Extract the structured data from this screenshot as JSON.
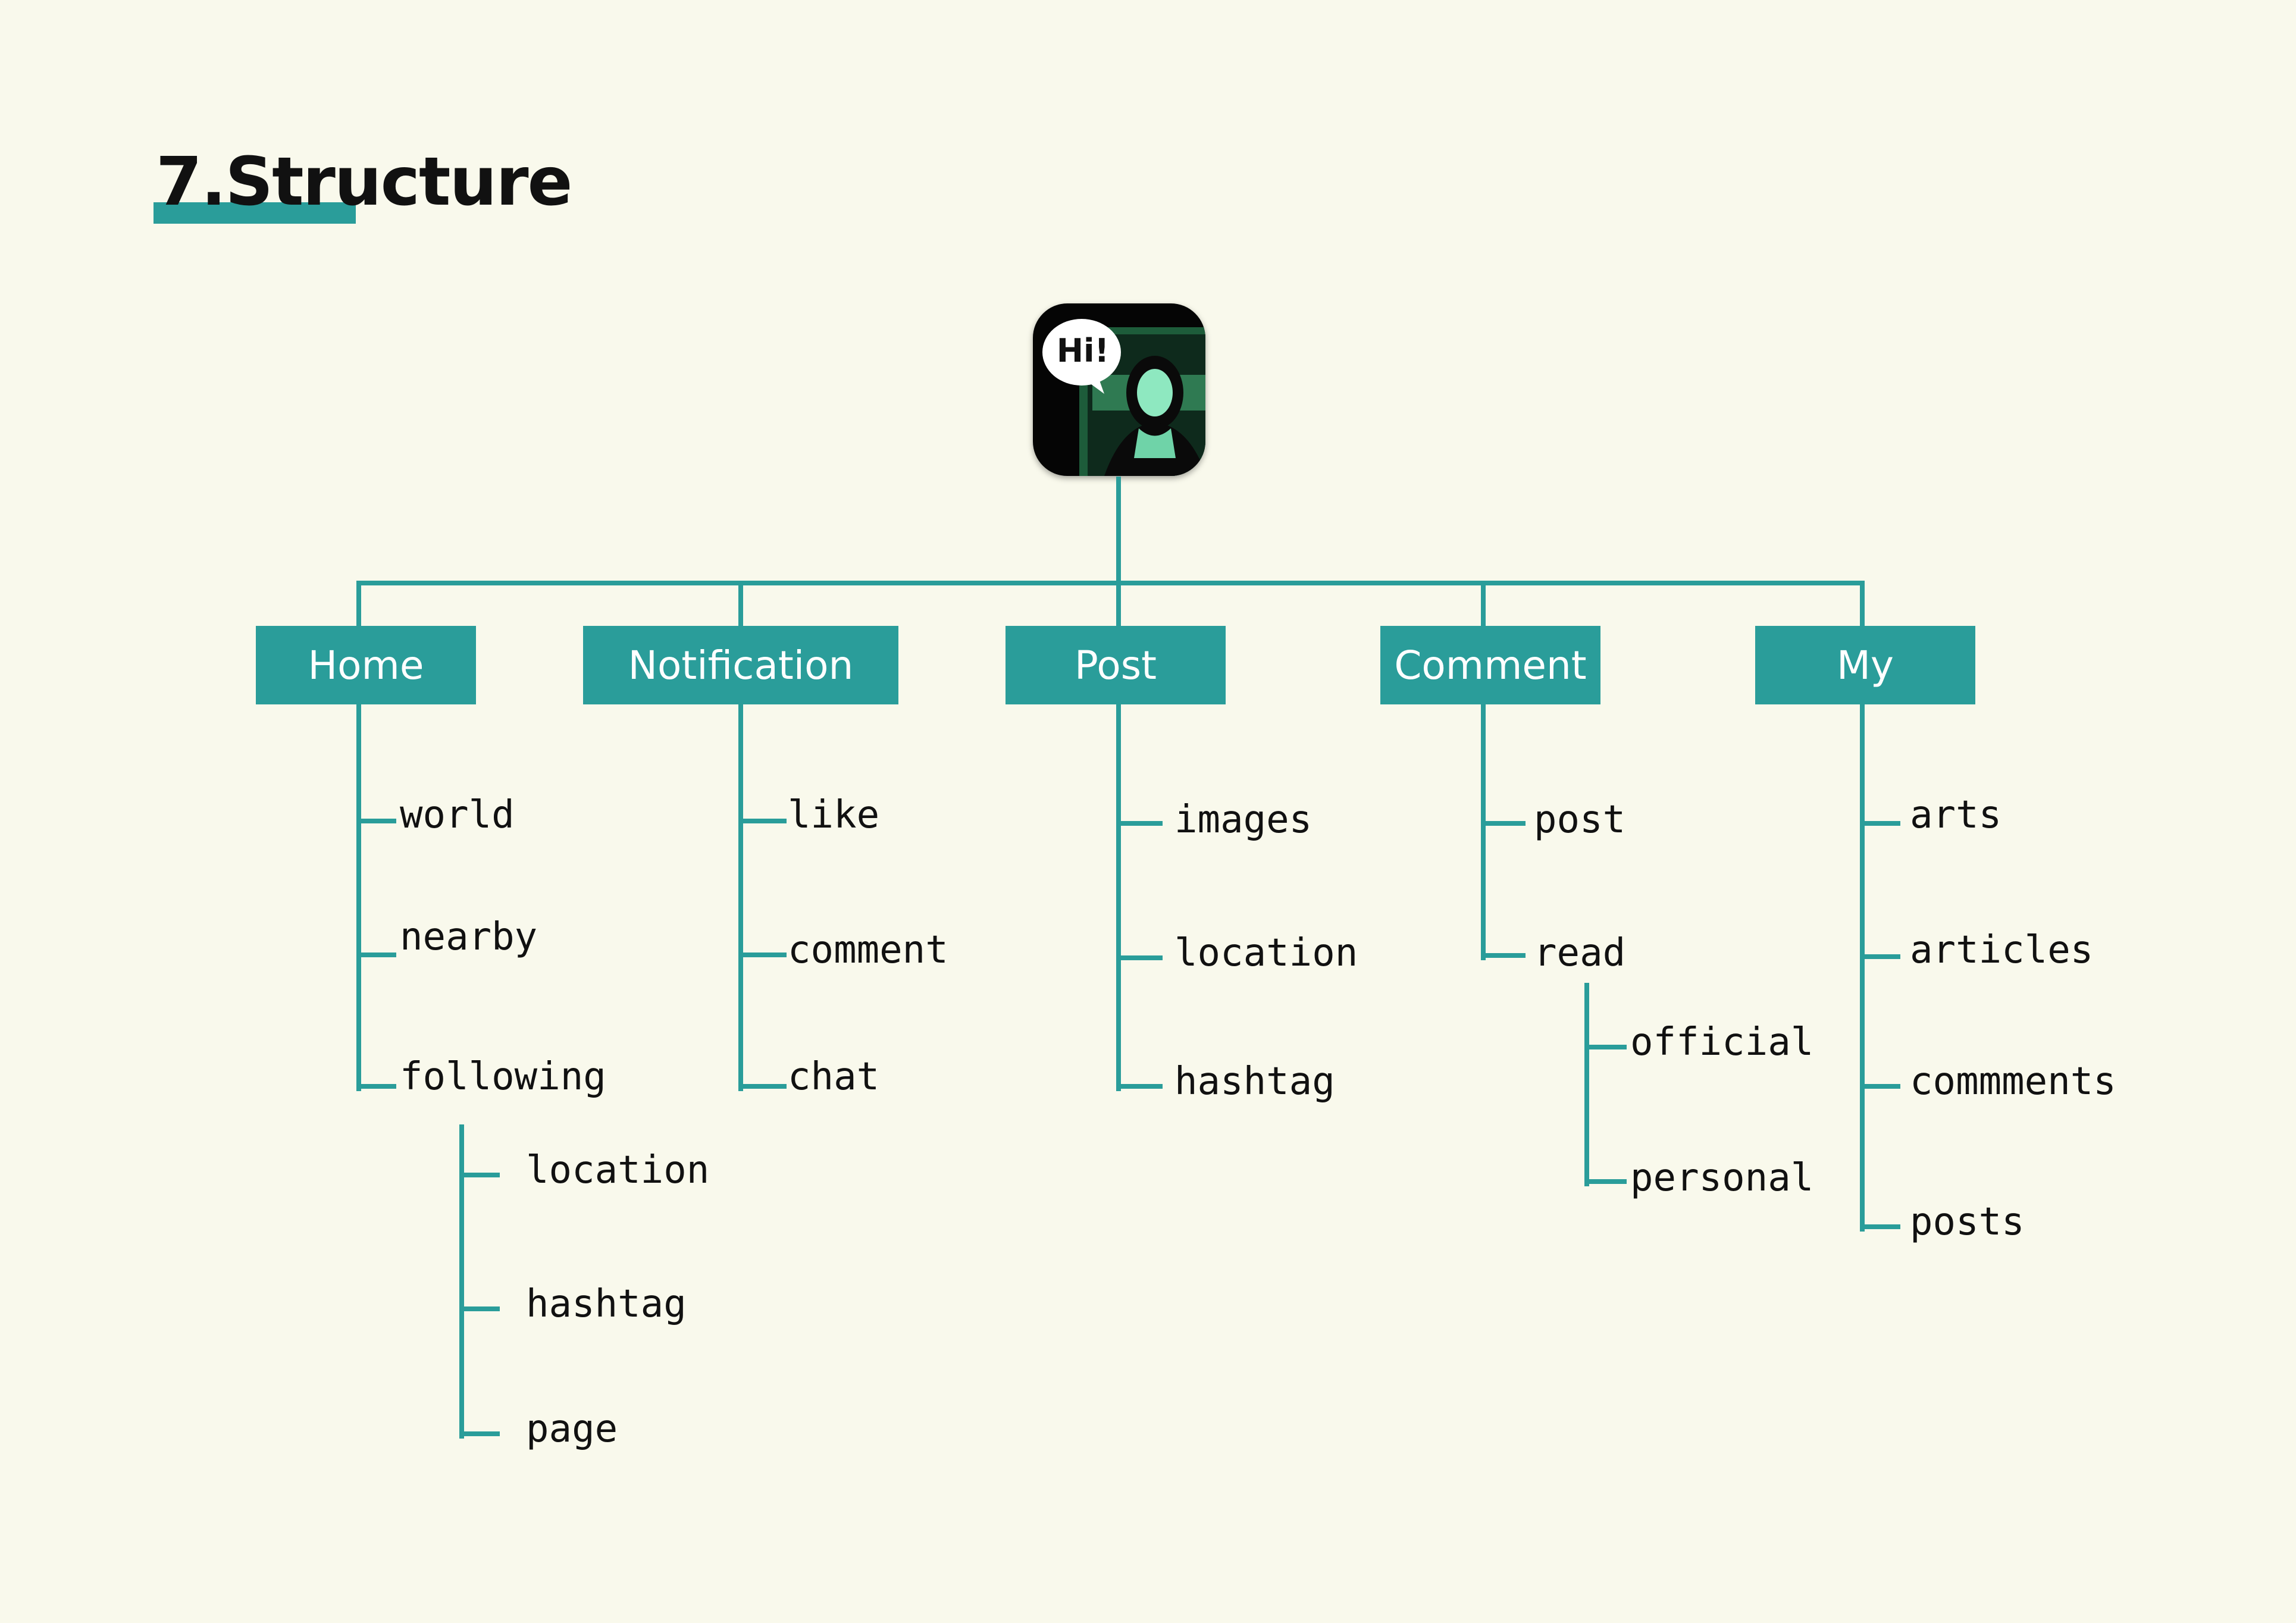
{
  "page": {
    "title": "7.Structure"
  },
  "app_icon": {
    "bubble_text": "Hi!",
    "name": "app-icon"
  },
  "colors": {
    "accent": "#2A9D9A",
    "background": "#F9F9EC",
    "text": "#111111"
  },
  "categories": [
    {
      "label": "Home",
      "items": [
        "world",
        "nearby",
        "following"
      ],
      "sub": {
        "parent": "following",
        "items": [
          "location",
          "hashtag",
          "page"
        ]
      }
    },
    {
      "label": "Notification",
      "items": [
        "like",
        "comment",
        "chat"
      ]
    },
    {
      "label": "Post",
      "items": [
        "images",
        "location",
        "hashtag"
      ]
    },
    {
      "label": "Comment",
      "items": [
        "post",
        "read"
      ],
      "sub": {
        "parent": "read",
        "items": [
          "official",
          "personal"
        ]
      }
    },
    {
      "label": "My",
      "items": [
        "arts",
        "articles",
        "commments",
        "posts"
      ]
    }
  ]
}
